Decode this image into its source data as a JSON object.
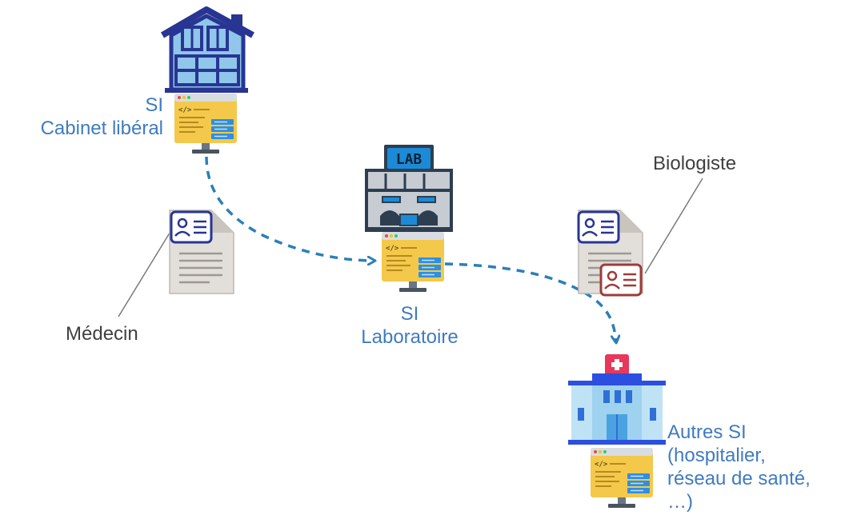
{
  "colors": {
    "label_blue": "#3f7bc0",
    "label_grey": "#404040",
    "arrow": "#2b7fb9",
    "house": "#283593",
    "document_accent": "#9e3b3b"
  },
  "nodes": {
    "cabinet": {
      "line1": "SI",
      "line2": "Cabinet libéral",
      "building_icon": "house-icon",
      "system_icon": "computer-server-icon"
    },
    "laboratoire": {
      "line1": "SI",
      "line2": "Laboratoire",
      "building_icon": "lab-building-icon",
      "building_sign": "LAB",
      "system_icon": "computer-server-icon"
    },
    "autres": {
      "line1": "Autres SI",
      "line2": "(hospitalier,",
      "line3": "réseau de santé,",
      "line4": "…)",
      "building_icon": "hospital-icon",
      "system_icon": "computer-server-icon"
    }
  },
  "actors": {
    "medecin": {
      "label": "Médecin",
      "document_icon": "prescription-document-icon"
    },
    "biologiste": {
      "label": "Biologiste",
      "document_icon": "validated-result-document-icon"
    }
  }
}
